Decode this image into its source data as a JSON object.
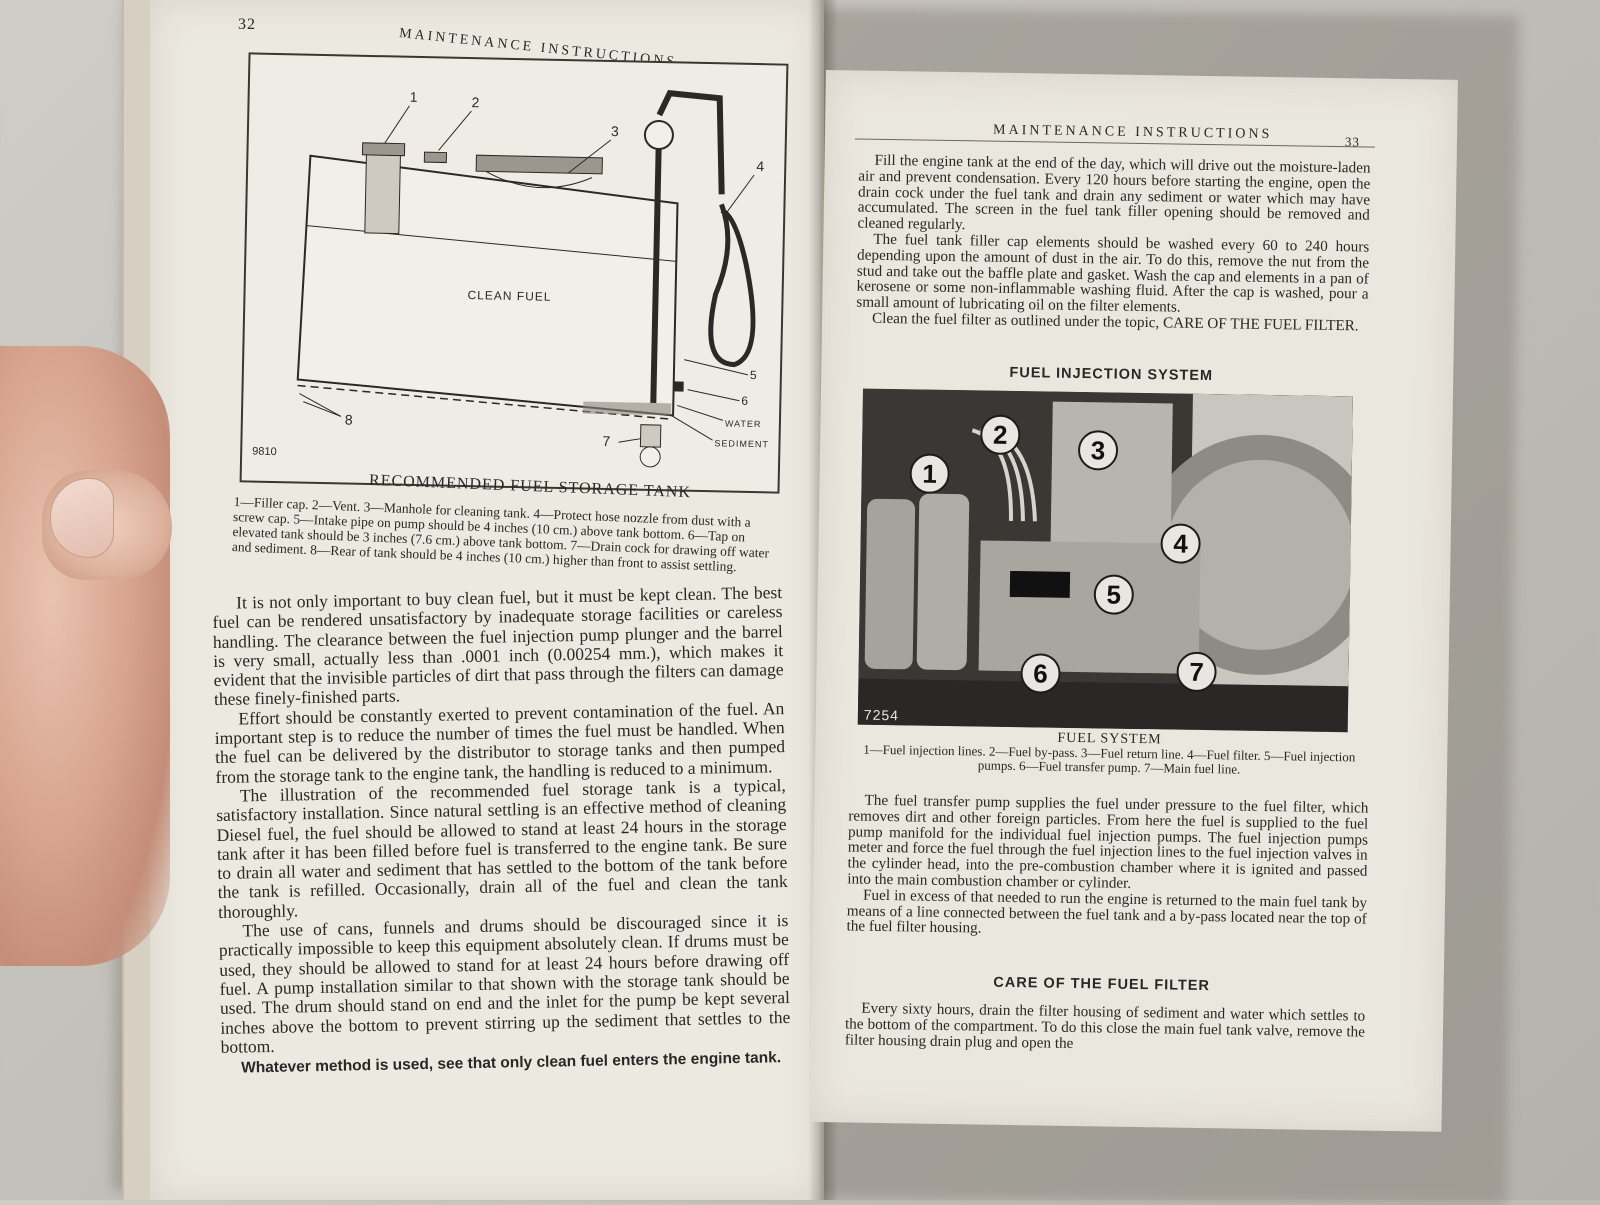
{
  "left_page": {
    "page_number": "32",
    "running_head": "MAINTENANCE INSTRUCTIONS",
    "figure": {
      "labels": [
        "1",
        "2",
        "3",
        "4",
        "5",
        "6",
        "7",
        "8"
      ],
      "tank_label": "CLEAN FUEL",
      "water_label": "WATER",
      "sediment_label": "SEDIMENT",
      "figure_number": "9810"
    },
    "caption_title": "RECOMMENDED FUEL STORAGE TANK",
    "caption_body": "1—Filler cap. 2—Vent. 3—Manhole for cleaning tank. 4—Protect hose nozzle from dust with a screw cap. 5—Intake pipe on pump should be 4 inches (10 cm.) above tank bottom. 6—Tap on elevated tank should be 3 inches (7.6 cm.) above tank bottom. 7—Drain cock for drawing off water and sediment. 8—Rear of tank should be 4 inches (10 cm.) higher than front to assist settling.",
    "paragraphs": [
      "It is not only important to buy clean fuel, but it must be kept clean. The best fuel can be rendered unsatisfactory by inadequate storage facilities or careless handling. The clearance between the fuel injection pump plunger and the barrel is very small, actually less than .0001 inch (0.00254 mm.), which makes it evident that the invisible particles of dirt that pass through the filters can damage these finely-finished parts.",
      "Effort should be constantly exerted to prevent contamination of the fuel. An important step is to reduce the number of times the fuel must be handled. When the fuel can be delivered by the distributor to storage tanks and then pumped from the storage tank to the engine tank, the handling is reduced to a minimum.",
      "The illustration of the recommended fuel storage tank is a typical, satisfactory installation. Since natural settling is an effective method of cleaning Diesel fuel, the fuel should be allowed to stand at least 24 hours in the storage tank after it has been filled before fuel is transferred to the engine tank. Be sure to drain all water and sediment that has settled to the bottom of the tank before the tank is refilled. Occasionally, drain all of the fuel and clean the tank thoroughly.",
      "The use of cans, funnels and drums should be discouraged since it is practically impossible to keep this equipment absolutely clean. If drums must be used, they should be allowed to stand for at least 24 hours before drawing off fuel. A pump installation similar to that shown with the storage tank should be used. The drum should stand on end and the inlet for the pump be kept several inches above the bottom to prevent stirring up the sediment that settles to the bottom."
    ],
    "bold_paragraph": "Whatever method is used, see that only clean fuel enters the engine tank."
  },
  "right_page": {
    "page_number": "33",
    "running_head": "MAINTENANCE INSTRUCTIONS",
    "top_paragraphs": [
      "Fill the engine tank at the end of the day, which will drive out the moisture-laden air and prevent condensation. Every 120 hours before starting the engine, open the drain cock under the fuel tank and drain any sediment or water which may have accumulated. The screen in the fuel tank filler opening should be removed and cleaned regularly.",
      "The fuel tank filler cap elements should be washed every 60 to 240 hours depending upon the amount of dust in the air. To do this, remove the nut from the stud and take out the baffle plate and gasket. Wash the cap and elements in a pan of kerosene or some non-inflammable washing fluid. After the cap is washed, pour a small amount of lubricating oil on the filter elements.",
      "Clean the fuel filter as outlined under the topic, CARE OF THE FUEL FILTER."
    ],
    "section_title_1": "FUEL INJECTION SYSTEM",
    "photo": {
      "callouts": [
        "1",
        "2",
        "3",
        "4",
        "5",
        "6",
        "7"
      ],
      "photo_number": "7254"
    },
    "photo_caption_title": "FUEL SYSTEM",
    "photo_caption_body": "1—Fuel injection lines. 2—Fuel by-pass. 3—Fuel return line. 4—Fuel filter. 5—Fuel injection pumps. 6—Fuel transfer pump. 7—Main fuel line.",
    "middle_paragraphs": [
      "The fuel transfer pump supplies the fuel under pressure to the fuel filter, which removes dirt and other foreign particles. From here the fuel is supplied to the fuel pump manifold for the individual fuel injection pumps. The fuel injection pumps meter and force the fuel through the fuel injection lines to the fuel injection valves in the cylinder head, into the pre-combustion chamber where it is ignited and passed into the main combustion chamber or cylinder.",
      "Fuel in excess of that needed to run the engine is returned to the main fuel tank by means of a line connected between the fuel tank and a by-pass located near the top of the fuel filter housing."
    ],
    "section_title_2": "CARE OF THE FUEL FILTER",
    "bottom_paragraph": "Every sixty hours, drain the filter housing of sediment and water which settles to the bottom of the compartment. To do this close the main fuel tank valve, remove the filter housing drain plug and open the"
  }
}
